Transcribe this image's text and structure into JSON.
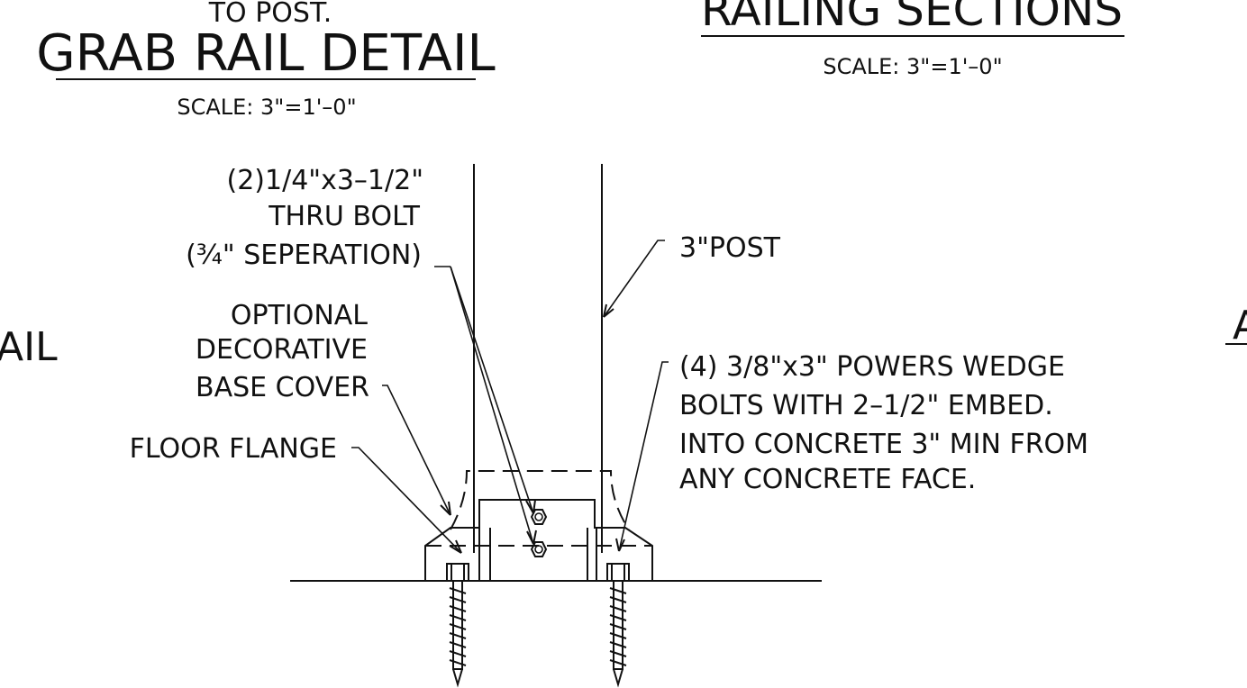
{
  "titles": {
    "left_top_fragment": "TO POST.",
    "left_title": "GRAB RAIL DETAIL",
    "left_scale": "SCALE: 3\"=1'–0\"",
    "right_title": "RAILING SECTIONS",
    "right_scale": "SCALE: 3\"=1'–0\"",
    "left_edge_fragment": "AIL",
    "right_edge_fragment": "A"
  },
  "callouts": {
    "thru_bolt": [
      "(2)1/4\"x3–1/2\"",
      "THRU BOLT",
      "(¾\" SEPERATION)"
    ],
    "post": "3\"POST",
    "base_cover": [
      "OPTIONAL",
      "DECORATIVE",
      "BASE COVER"
    ],
    "floor_flange": "FLOOR FLANGE",
    "wedge_bolts": [
      "(4) 3/8\"x3\" POWERS WEDGE",
      "BOLTS WITH 2–1/2\" EMBED.",
      "INTO CONCRETE 3\" MIN FROM",
      "ANY CONCRETE FACE."
    ]
  }
}
